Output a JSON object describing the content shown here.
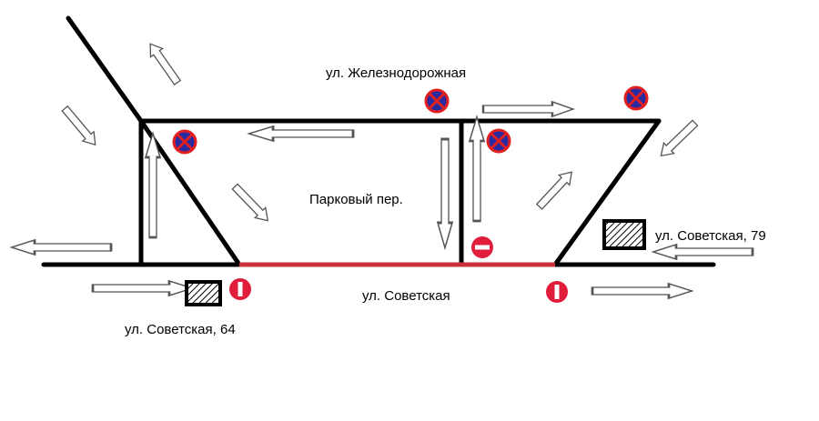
{
  "labels": {
    "street_top": "ул. Железнодорожная",
    "lane": "Парковый пер.",
    "street_bottom": "ул. Советская",
    "building_left": "ул. Советская, 64",
    "building_right": "ул. Советская, 79"
  },
  "colors": {
    "road": "#000000",
    "closed_road": "#c8323c",
    "no_stopping_bg": "#2a2aa0",
    "no_stopping_cross": "#e02020",
    "no_entry_bg": "#e01e3c",
    "arrow_outline": "#555555"
  },
  "icons": [
    "no-stopping-sign-icon",
    "no-entry-sign-icon",
    "arrow-icon",
    "building-icon"
  ]
}
